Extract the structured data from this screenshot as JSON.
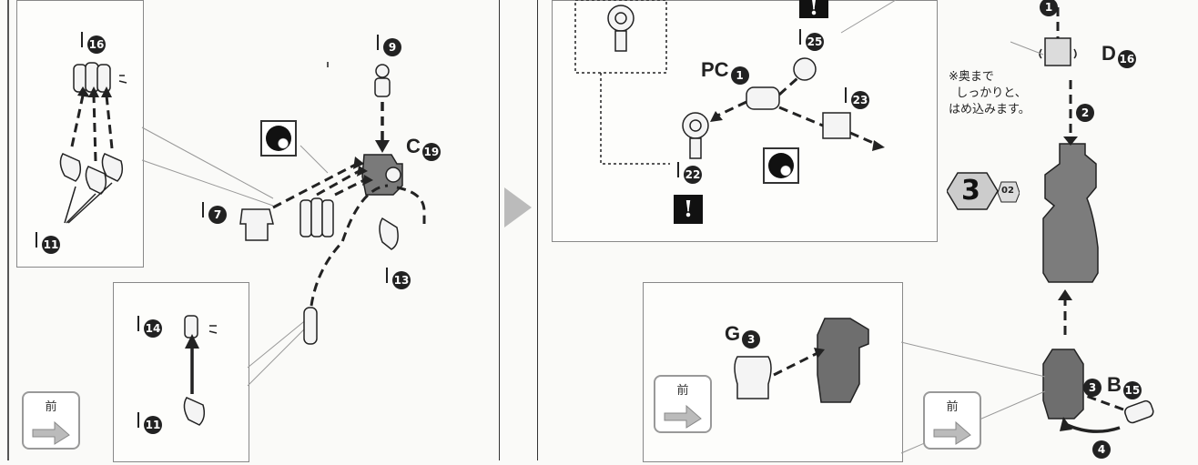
{
  "left_panel": {
    "inset_top_labels": {
      "part_top": "16",
      "part_bottom": "11"
    },
    "main_labels": {
      "part_top": "9",
      "part_center_letter": "C",
      "part_center": "19",
      "part_left": "7",
      "part_right": "13"
    },
    "inset_bottom_labels": {
      "part_top": "14",
      "part_bottom": "11"
    },
    "front_label": "前"
  },
  "right_panel": {
    "labels": {
      "runner_pc": "PC",
      "pc_num": "1",
      "part_25": "25",
      "part_23": "23",
      "part_22": "22"
    },
    "cover_letter": "D",
    "cover_num": "16",
    "note": "※奥まで\n  しっかりと、\nはめ込みます。",
    "steps": {
      "s1": "1",
      "s2": "2",
      "s3": "3",
      "s4": "4"
    },
    "body_badge": {
      "number": "3",
      "sub": "02"
    },
    "b_letter": "B",
    "b_num": "15",
    "g_letter": "G",
    "g_num": "3",
    "front_label": "前"
  },
  "colors": {
    "line": "#222222",
    "part_fill": "#6e6e6e",
    "part_light": "#f4f4f4",
    "frame": "#888888"
  }
}
